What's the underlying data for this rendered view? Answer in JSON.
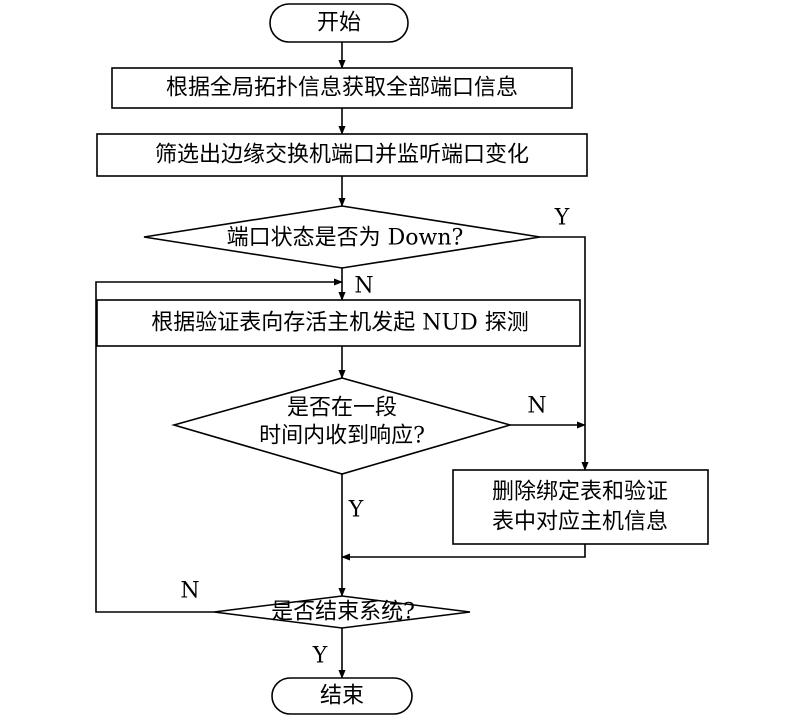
{
  "flowchart": {
    "start": "开始",
    "step_get_ports": "根据全局拓扑信息获取全部端口信息",
    "step_filter_ports": "筛选出边缘交换机端口并监听端口变化",
    "decision_port_down": "端口状态是否为 Down?",
    "step_nud_probe": "根据验证表向存活主机发起 NUD 探测",
    "decision_response_line1": "是否在一段",
    "decision_response_line2": "时间内收到响应?",
    "step_delete_line1": "删除绑定表和验证",
    "step_delete_line2": "表中对应主机信息",
    "decision_end_system": "是否结束系统?",
    "end": "结束",
    "labels": {
      "port_down_yes": "Y",
      "port_down_no": "N",
      "response_no": "N",
      "response_yes": "Y",
      "end_system_no": "N",
      "end_system_yes": "Y"
    }
  }
}
